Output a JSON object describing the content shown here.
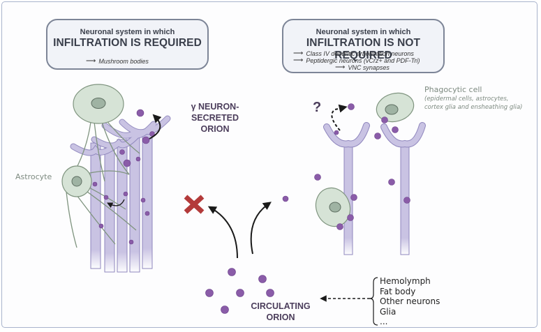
{
  "left_panel": {
    "subtitle": "Neuronal system in which",
    "title": "INFILTRATION IS REQUIRED",
    "items": [
      "Mushroom bodies"
    ]
  },
  "right_panel": {
    "subtitle": "Neuronal system in which",
    "title": "INFILTRATION IS NOT REQUIRED",
    "items": [
      "Class IV dendritic arborisation neurons",
      "Peptidergic neurons (vCrz+ and PDF-Tri)",
      "VNC synapses"
    ]
  },
  "labels": {
    "astrocyte": "Astrocyte",
    "secreted_line1": "γ NEURON-SECRETED",
    "secreted_line2": "ORION",
    "phagocytic_title": "Phagocytic cell",
    "phagocytic_detail_line1": "epidermal cells, astrocytes,",
    "phagocytic_detail_line2": "cortex glia and ensheathing glia",
    "question_mark": "?",
    "circulating_line1": "CIRCULATING",
    "circulating_line2": "ORION"
  },
  "sources": [
    "Hemolymph",
    "Fat body",
    "Other neurons",
    "Glia",
    "..."
  ],
  "colors": {
    "neuron": "#c9c3e3",
    "neuron_outline": "#8f86bd",
    "glia": "#d6e3d6",
    "glia_outline": "#7f947f",
    "nucleus": "#9fb3a3",
    "orion": "#8a5ca8",
    "blocked_x": "#b33a3a",
    "box_border": "#7d8597"
  }
}
